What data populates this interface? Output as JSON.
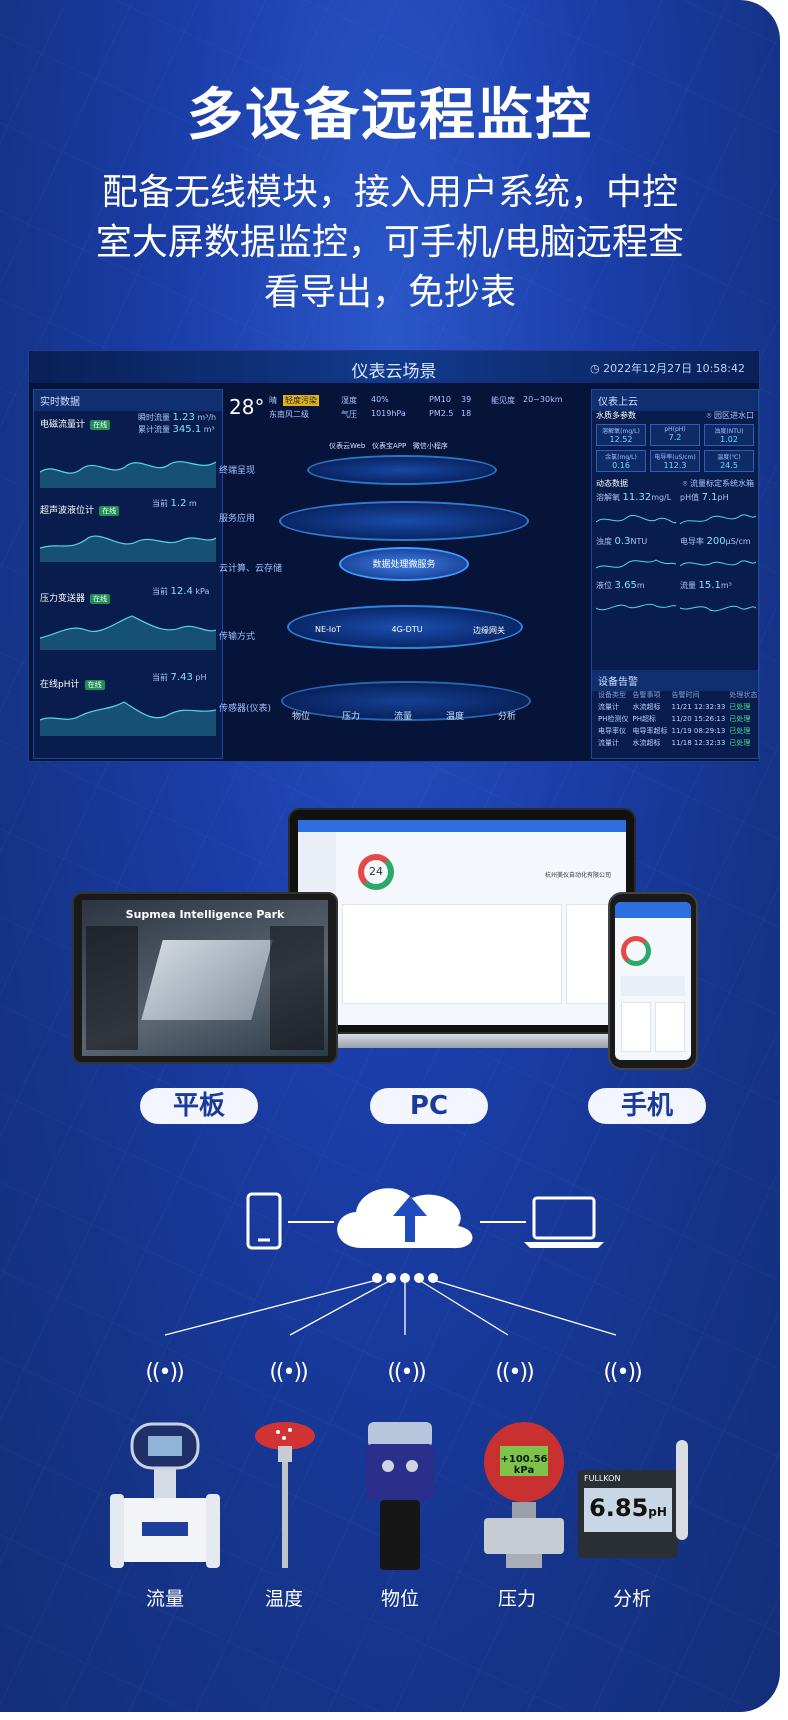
{
  "header": {
    "title": "多设备远程监控",
    "subtitle_lines": [
      "配备无线模块，接入用户系统，中控",
      "室大屏数据监控，可手机/电脑远程查",
      "看导出，免抄表"
    ]
  },
  "dashboard": {
    "title": "仪表云场景",
    "time": "2022年12月27日 10:58:42",
    "left_panel_title": "实时数据",
    "instruments": [
      {
        "name": "电磁流量计",
        "status": "在线",
        "k1": "瞬时流量",
        "v1": "1.23",
        "u1": "m³/h",
        "k2": "累计流量",
        "v2": "345.1",
        "u2": "m³"
      },
      {
        "name": "超声波液位计",
        "status": "在线",
        "k1": "当前",
        "v1": "1.2",
        "u1": "m"
      },
      {
        "name": "压力变送器",
        "status": "在线",
        "k1": "当前",
        "v1": "12.4",
        "u1": "kPa"
      },
      {
        "name": "在线pH计",
        "status": "在线",
        "k1": "当前",
        "v1": "7.43",
        "u1": "pH"
      }
    ],
    "weather": {
      "temp": "28°",
      "cond": "晴",
      "aq": "轻度污染",
      "wind": "东南风二级",
      "humidity_k": "湿度",
      "humidity_v": "40%",
      "pressure_k": "气压",
      "pressure_v": "1019hPa",
      "pm10_k": "PM10",
      "pm10_v": "39",
      "pm25_k": "PM2.5",
      "pm25_v": "18",
      "vis_k": "能见度",
      "vis_v": "20~30km"
    },
    "stages": [
      "终端呈现",
      "服务应用",
      "云计算、云存储",
      "传输方式",
      "传感器(仪表)"
    ],
    "terminals": [
      "仪表云Web",
      "仪表宝APP",
      "微信小程序"
    ],
    "cloud_label": "数据处理微服务",
    "transport": [
      "NE-IoT",
      "4G-DTU",
      "边缘网关"
    ],
    "sensors": [
      "物位",
      "压力",
      "流量",
      "温度",
      "分析"
    ],
    "right_panel_title": "仪表上云",
    "water_title": "水质多参数",
    "water_place": "园区进水口",
    "params": [
      {
        "k": "溶解氧(mg/L)",
        "v": "12.52"
      },
      {
        "k": "pH(pH)",
        "v": "7.2"
      },
      {
        "k": "浊度(NTU)",
        "v": "1.02"
      },
      {
        "k": "余氯(mg/L)",
        "v": "0.16"
      },
      {
        "k": "电导率(uS/cm)",
        "v": "112.3"
      },
      {
        "k": "温度(℃)",
        "v": "24.5"
      }
    ],
    "dyn_title": "动态数据",
    "dyn_place": "流量标定系统水箱",
    "dyn": [
      {
        "k": "溶解氧",
        "v": "11.32",
        "u": "mg/L"
      },
      {
        "k": "pH值",
        "v": "7.1",
        "u": "pH"
      },
      {
        "k": "浊度",
        "v": "0.3",
        "u": "NTU"
      },
      {
        "k": "电导率",
        "v": "200",
        "u": "μS/cm"
      },
      {
        "k": "液位",
        "v": "3.65",
        "u": "m"
      },
      {
        "k": "流量",
        "v": "15.1",
        "u": "m³"
      }
    ],
    "alarm_title": "设备告警",
    "alarm_headers": [
      "设备类型",
      "告警事项",
      "告警时间",
      "处理状态"
    ],
    "alarms": [
      [
        "流量计",
        "水流超标",
        "11/21 12:32:33",
        "已处理"
      ],
      [
        "PH检测仪",
        "PH超标",
        "11/20 15:26:13",
        "已处理"
      ],
      [
        "电导率仪",
        "电导率超标",
        "11/19 08:29:13",
        "已处理"
      ],
      [
        "流量计",
        "水流超标",
        "11/18 12:32:33",
        "已处理"
      ]
    ]
  },
  "devices": {
    "tablet_title": "Supmea Intelligence Park",
    "laptop_org": "杭州美仪自动化有限公司",
    "gauge_value": "24",
    "labels": [
      "平板",
      "PC",
      "手机"
    ]
  },
  "diagram": {
    "instruments": [
      "流量",
      "温度",
      "物位",
      "压力",
      "分析"
    ],
    "analyzer_brand": "FULLKON",
    "analyzer_value": "6.85",
    "analyzer_unit": "pH",
    "pressure_value": "+100.56",
    "pressure_unit": "kPa"
  }
}
